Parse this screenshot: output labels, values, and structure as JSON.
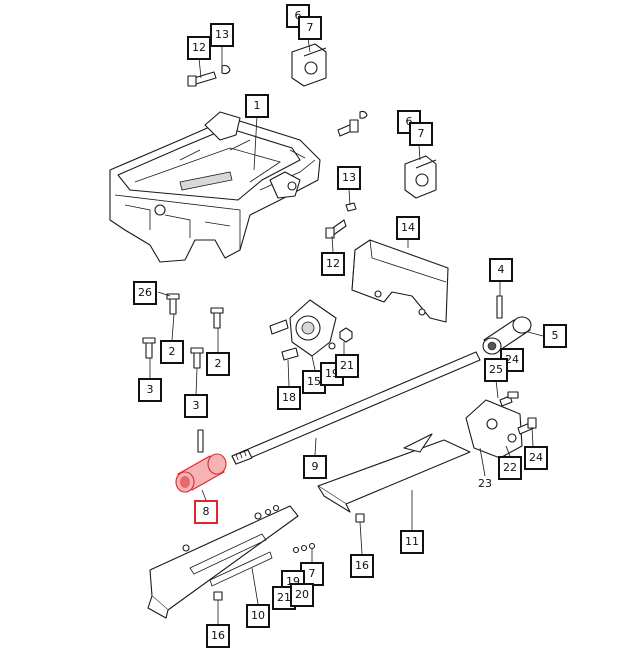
{
  "diagram": {
    "highlight_color": "#e0262b",
    "callouts": [
      {
        "id": "c1",
        "label": "1"
      },
      {
        "id": "c6a",
        "label": "6"
      },
      {
        "id": "c7a",
        "label": "7"
      },
      {
        "id": "c12a",
        "label": "12"
      },
      {
        "id": "c13a",
        "label": "13"
      },
      {
        "id": "c6b",
        "label": "6"
      },
      {
        "id": "c7b",
        "label": "7"
      },
      {
        "id": "c13b",
        "label": "13"
      },
      {
        "id": "c12b",
        "label": "12"
      },
      {
        "id": "c14",
        "label": "14"
      },
      {
        "id": "c4",
        "label": "4"
      },
      {
        "id": "c5",
        "label": "5"
      },
      {
        "id": "c26",
        "label": "26"
      },
      {
        "id": "c2a",
        "label": "2"
      },
      {
        "id": "c2b",
        "label": "2"
      },
      {
        "id": "c3a",
        "label": "3"
      },
      {
        "id": "c3b",
        "label": "3"
      },
      {
        "id": "c15",
        "label": "15"
      },
      {
        "id": "c19a",
        "label": "19"
      },
      {
        "id": "c21a",
        "label": "21"
      },
      {
        "id": "c18",
        "label": "18"
      },
      {
        "id": "c24a",
        "label": "24"
      },
      {
        "id": "c25",
        "label": "25"
      },
      {
        "id": "c22",
        "label": "22"
      },
      {
        "id": "c24b",
        "label": "24"
      },
      {
        "id": "c9",
        "label": "9"
      },
      {
        "id": "c8",
        "label": "8"
      },
      {
        "id": "c11",
        "label": "11"
      },
      {
        "id": "c16a",
        "label": "16"
      },
      {
        "id": "c7c",
        "label": "7"
      },
      {
        "id": "c19b",
        "label": "19"
      },
      {
        "id": "c21b",
        "label": "21"
      },
      {
        "id": "c20",
        "label": "20"
      },
      {
        "id": "c10",
        "label": "10"
      },
      {
        "id": "c16b",
        "label": "16"
      }
    ],
    "plain_labels": [
      {
        "id": "p23",
        "label": "23"
      }
    ]
  }
}
